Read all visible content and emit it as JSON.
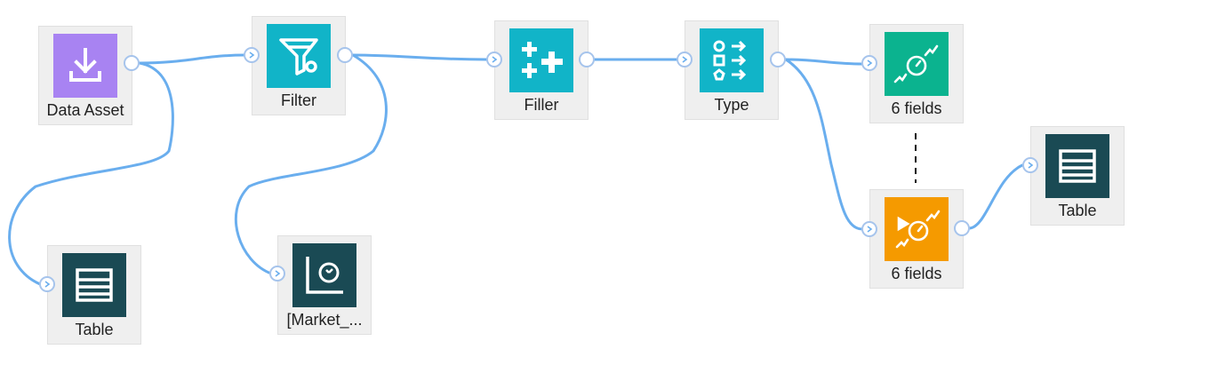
{
  "flow": {
    "nodes": [
      {
        "id": "data_asset",
        "label": "Data Asset",
        "icon": "download-icon",
        "color": "#a883f2"
      },
      {
        "id": "filter",
        "label": "Filter",
        "icon": "filter-icon",
        "color": "#11b4c8"
      },
      {
        "id": "filler",
        "label": "Filler",
        "icon": "filler-plus-icon",
        "color": "#11b4c8"
      },
      {
        "id": "type",
        "label": "Type",
        "icon": "type-shapes-icon",
        "color": "#11b4c8"
      },
      {
        "id": "model_fields",
        "label": "6 fields",
        "icon": "model-icon",
        "color": "#0bb38f"
      },
      {
        "id": "nugget_fields",
        "label": "6 fields",
        "icon": "model-nugget-icon",
        "color": "#f59a00"
      },
      {
        "id": "table_right",
        "label": "Table",
        "icon": "table-icon",
        "color": "#1a4a54"
      },
      {
        "id": "table_left",
        "label": "Table",
        "icon": "table-icon",
        "color": "#1a4a54"
      },
      {
        "id": "market_chart",
        "label": "[Market_...",
        "icon": "chart-icon",
        "color": "#1a4a54"
      }
    ]
  },
  "colors": {
    "link": "#6aaeee",
    "port_border": "#a6c4ec",
    "node_bg": "#efefef"
  }
}
